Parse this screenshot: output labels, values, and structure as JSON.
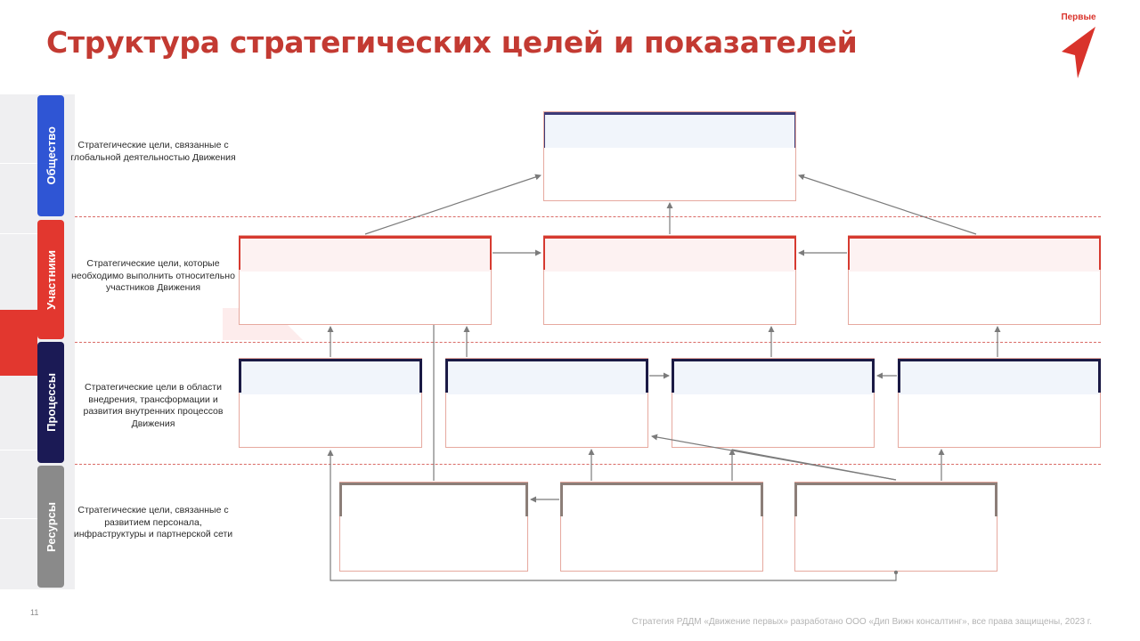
{
  "title": "Структура стратегических целей и показателей",
  "logo": {
    "text": "Первые",
    "icon": "checkmark-arrow-logo-icon",
    "color": "#d9332b"
  },
  "levels": [
    {
      "label": "Общество",
      "description": "Стратегические цели, связанные с глобальной деятельностью Движения",
      "color": "#2f55d4"
    },
    {
      "label": "Участники",
      "description": "Стратегические цели, которые необходимо выполнить относительно участников Движения",
      "color": "#e2372f"
    },
    {
      "label": "Процессы",
      "description": "Стратегические цели в области внедрения, трансформации и развития внутренних процессов Движения",
      "color": "#1b1a55"
    },
    {
      "label": "Ресурсы",
      "description": "Стратегические цели, связанные с развитием персонала, инфраструктуры и партнерской сети",
      "color": "#8a8a8a"
    }
  ],
  "footer": {
    "page_number": "11",
    "copyright": "Стратегия РДДМ «Движение первых» разработано ООО «Дип Вижн консалтинг», все права защищены, 2023 г."
  }
}
